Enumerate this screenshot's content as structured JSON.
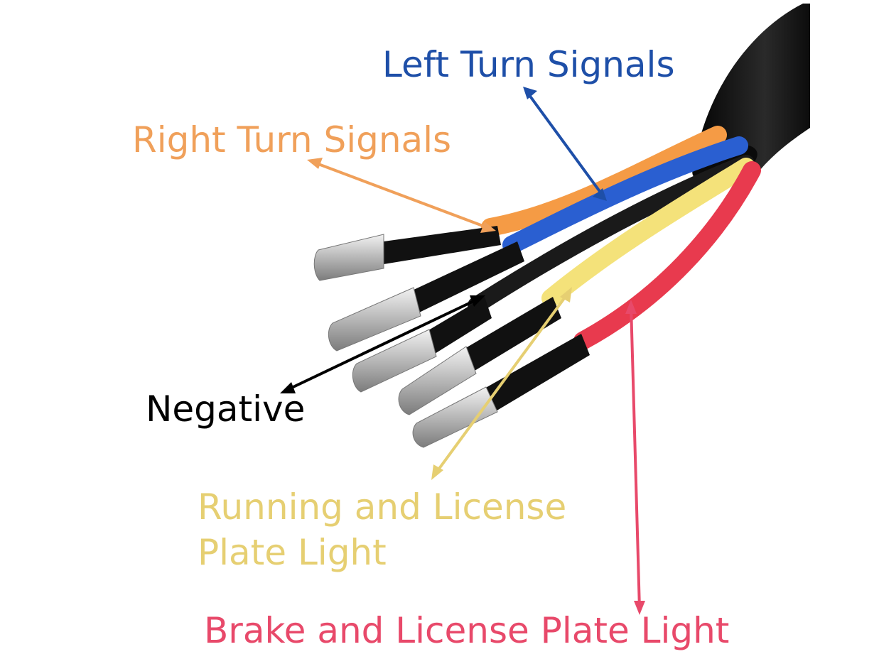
{
  "colors": {
    "left_turn": "#1e4fa8",
    "right_turn": "#f0a05a",
    "negative": "#000000",
    "running": "#e6cf72",
    "brake": "#e8496a",
    "wire_blue": "#2a5fd1",
    "wire_orange": "#f59b45",
    "wire_black": "#1a1a1a",
    "wire_yellow": "#f4e27a",
    "wire_red": "#e83a4e",
    "sheath": "#111111",
    "metal": "#c9c9c9"
  },
  "labels": {
    "left_turn": "Left Turn Signals",
    "right_turn": "Right Turn Signals",
    "negative": "Negative",
    "running_line1": "Running and License",
    "running_line2": "Plate Light",
    "brake": "Brake and License Plate Light"
  },
  "icons": {
    "cable": "cable-icon",
    "connector": "bullet-connector-icon",
    "arrow": "arrow-icon"
  }
}
